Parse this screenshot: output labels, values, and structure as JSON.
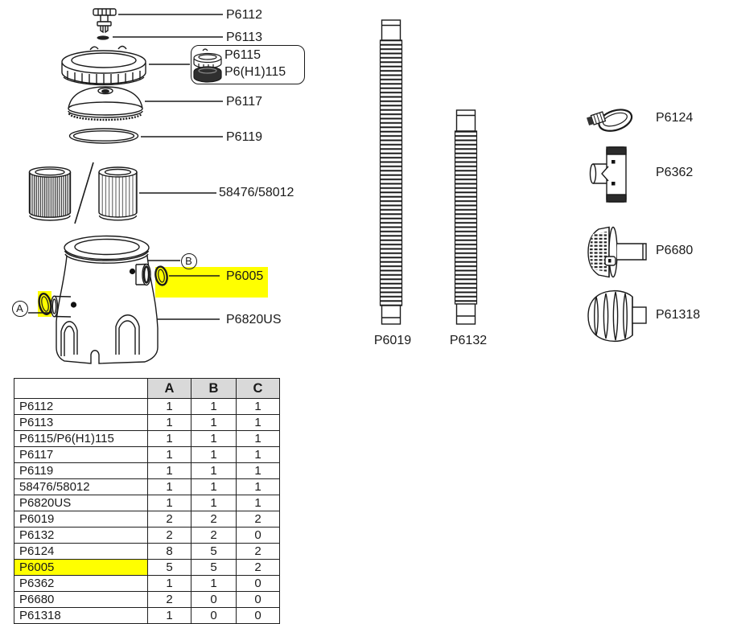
{
  "colors": {
    "highlight": "#ffff00",
    "table_header_bg": "#d9d9d9",
    "line_art": "#1a1a1a"
  },
  "callouts": {
    "a": "A",
    "b": "B"
  },
  "labels": {
    "p6112": "P6112",
    "p6113": "P6113",
    "p6115_line1": "P6115",
    "p6115_line2": "P6(H1)115",
    "p6117": "P6117",
    "p6119": "P6119",
    "cartridges": "58476/58012",
    "p6005": "P6005",
    "p6820us": "P6820US",
    "p6019": "P6019",
    "p6132": "P6132",
    "p6124": "P6124",
    "p6362": "P6362",
    "p6680": "P6680",
    "p61318": "P61318"
  },
  "table": {
    "headers": [
      "",
      "A",
      "B",
      "C"
    ],
    "rows": [
      {
        "part": "P6112",
        "a": "1",
        "b": "1",
        "c": "1",
        "highlight": false
      },
      {
        "part": "P6113",
        "a": "1",
        "b": "1",
        "c": "1",
        "highlight": false
      },
      {
        "part": "P6115/P6(H1)115",
        "a": "1",
        "b": "1",
        "c": "1",
        "highlight": false
      },
      {
        "part": "P6117",
        "a": "1",
        "b": "1",
        "c": "1",
        "highlight": false
      },
      {
        "part": "P6119",
        "a": "1",
        "b": "1",
        "c": "1",
        "highlight": false
      },
      {
        "part": "58476/58012",
        "a": "1",
        "b": "1",
        "c": "1",
        "highlight": false
      },
      {
        "part": "P6820US",
        "a": "1",
        "b": "1",
        "c": "1",
        "highlight": false
      },
      {
        "part": "P6019",
        "a": "2",
        "b": "2",
        "c": "2",
        "highlight": false
      },
      {
        "part": "P6132",
        "a": "2",
        "b": "2",
        "c": "0",
        "highlight": false
      },
      {
        "part": "P6124",
        "a": "8",
        "b": "5",
        "c": "2",
        "highlight": false
      },
      {
        "part": "P6005",
        "a": "5",
        "b": "5",
        "c": "2",
        "highlight": true
      },
      {
        "part": "P6362",
        "a": "1",
        "b": "1",
        "c": "0",
        "highlight": false
      },
      {
        "part": "P6680",
        "a": "2",
        "b": "0",
        "c": "0",
        "highlight": false
      },
      {
        "part": "P61318",
        "a": "1",
        "b": "0",
        "c": "0",
        "highlight": false
      }
    ]
  }
}
